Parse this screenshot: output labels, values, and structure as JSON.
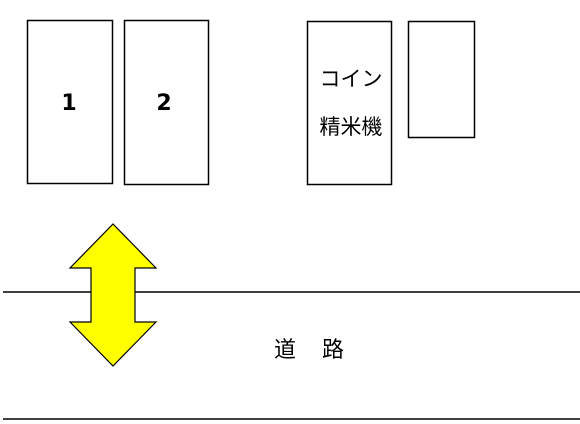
{
  "parking": {
    "space_1": "1",
    "space_2": "2"
  },
  "coin_rice_machine": {
    "line1": "コイン",
    "line2": "精米機"
  },
  "road_label": "道路",
  "colors": {
    "arrow_fill": "#ffff00",
    "outline": "#000000",
    "background": "#ffffff"
  },
  "icons": {
    "entrance_arrow": "double-headed-vertical-arrow"
  }
}
